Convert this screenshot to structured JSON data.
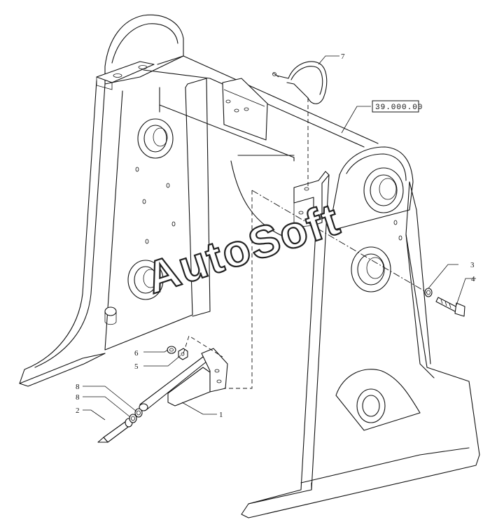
{
  "diagram": {
    "reference_box": "39.000.00",
    "watermark": "AutoSoft",
    "callouts": [
      "1",
      "2",
      "3",
      "4",
      "5",
      "6",
      "7",
      "8",
      "8"
    ]
  }
}
